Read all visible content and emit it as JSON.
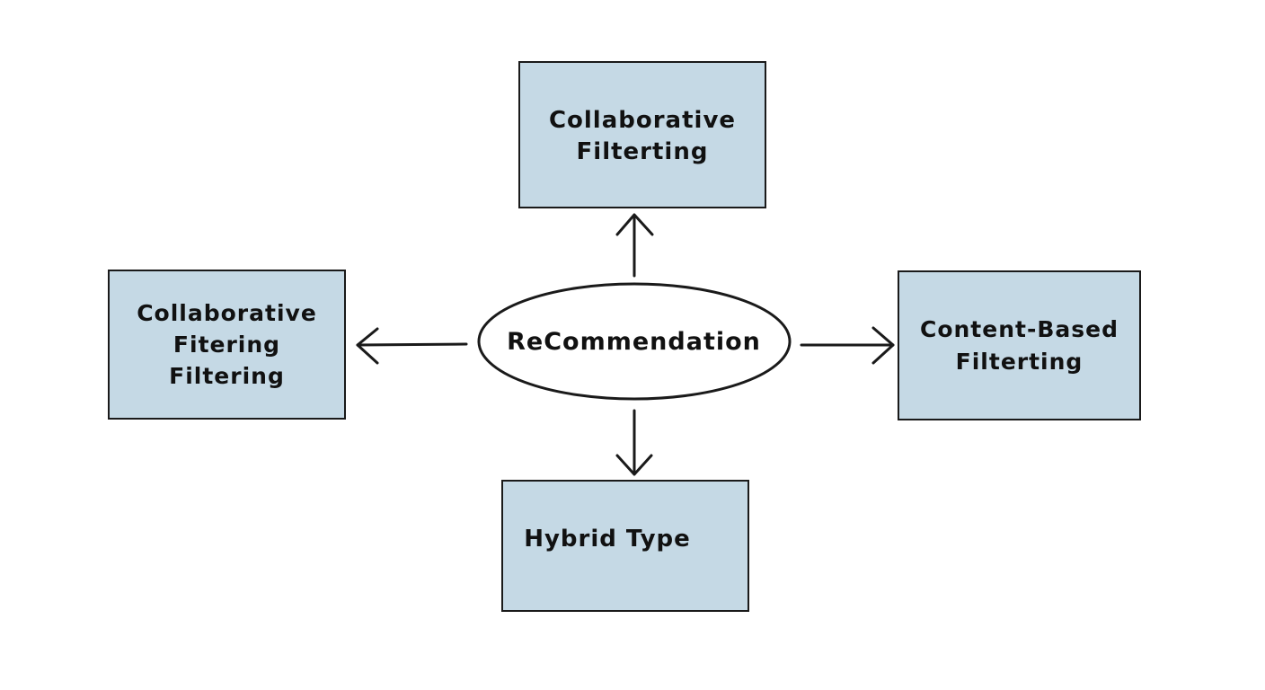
{
  "diagram": {
    "center": {
      "label": "ReCommendation"
    },
    "nodes": {
      "top": {
        "lines": [
          "Collaborative",
          "Filterting"
        ]
      },
      "left": {
        "lines": [
          "Collaborative",
          "Fitering",
          "Filtering"
        ]
      },
      "right": {
        "lines": [
          "Content-Based",
          "Filterting"
        ]
      },
      "bottom": {
        "lines": [
          "Hybrid Type"
        ]
      }
    },
    "colors": {
      "box_fill": "#c5d9e5",
      "stroke": "#1a1a1a",
      "background": "#ffffff"
    },
    "edges": [
      {
        "from": "center",
        "to": "top",
        "arrow": "arrowhead-at-target"
      },
      {
        "from": "center",
        "to": "left",
        "arrow": "arrowhead-at-target"
      },
      {
        "from": "center",
        "to": "right",
        "arrow": "arrowhead-at-target"
      },
      {
        "from": "center",
        "to": "bottom",
        "arrow": "arrowhead-at-target"
      }
    ]
  }
}
